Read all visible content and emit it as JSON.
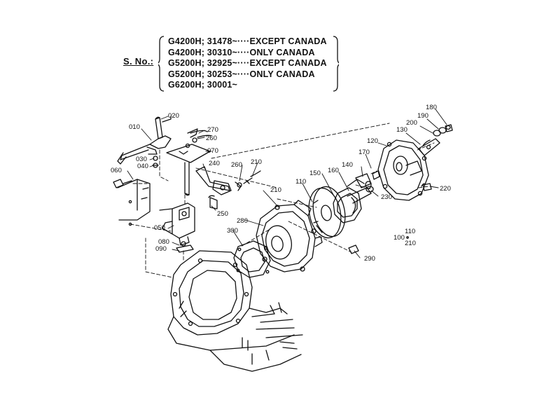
{
  "header": {
    "sno_label": "S. No.:",
    "serials": [
      "G4200H; 31478~····EXCEPT CANADA",
      "G4200H; 30310~····ONLY CANADA",
      "G5200H; 32925~····EXCEPT CANADA",
      "G5200H; 30253~····ONLY CANADA",
      "G6200H; 30001~"
    ]
  },
  "parts": {
    "p010": "010",
    "p020": "020",
    "p030": "030",
    "p040": "040",
    "p050": "050",
    "p060": "060",
    "p070": "070",
    "p080": "080",
    "p090": "090",
    "p100": "100",
    "p110": "110",
    "p110b": "110",
    "p120": "120",
    "p130": "130",
    "p140": "140",
    "p150": "150",
    "p160": "160",
    "p170": "170",
    "p180": "180",
    "p190": "190",
    "p200": "200",
    "p210": "210",
    "p210b": "210",
    "p210c": "210",
    "p220": "220",
    "p230": "230",
    "p240": "240",
    "p250": "250",
    "p260": "260",
    "p260b": "260",
    "p270": "270",
    "p280": "280",
    "p290": "290",
    "p300": "300"
  }
}
